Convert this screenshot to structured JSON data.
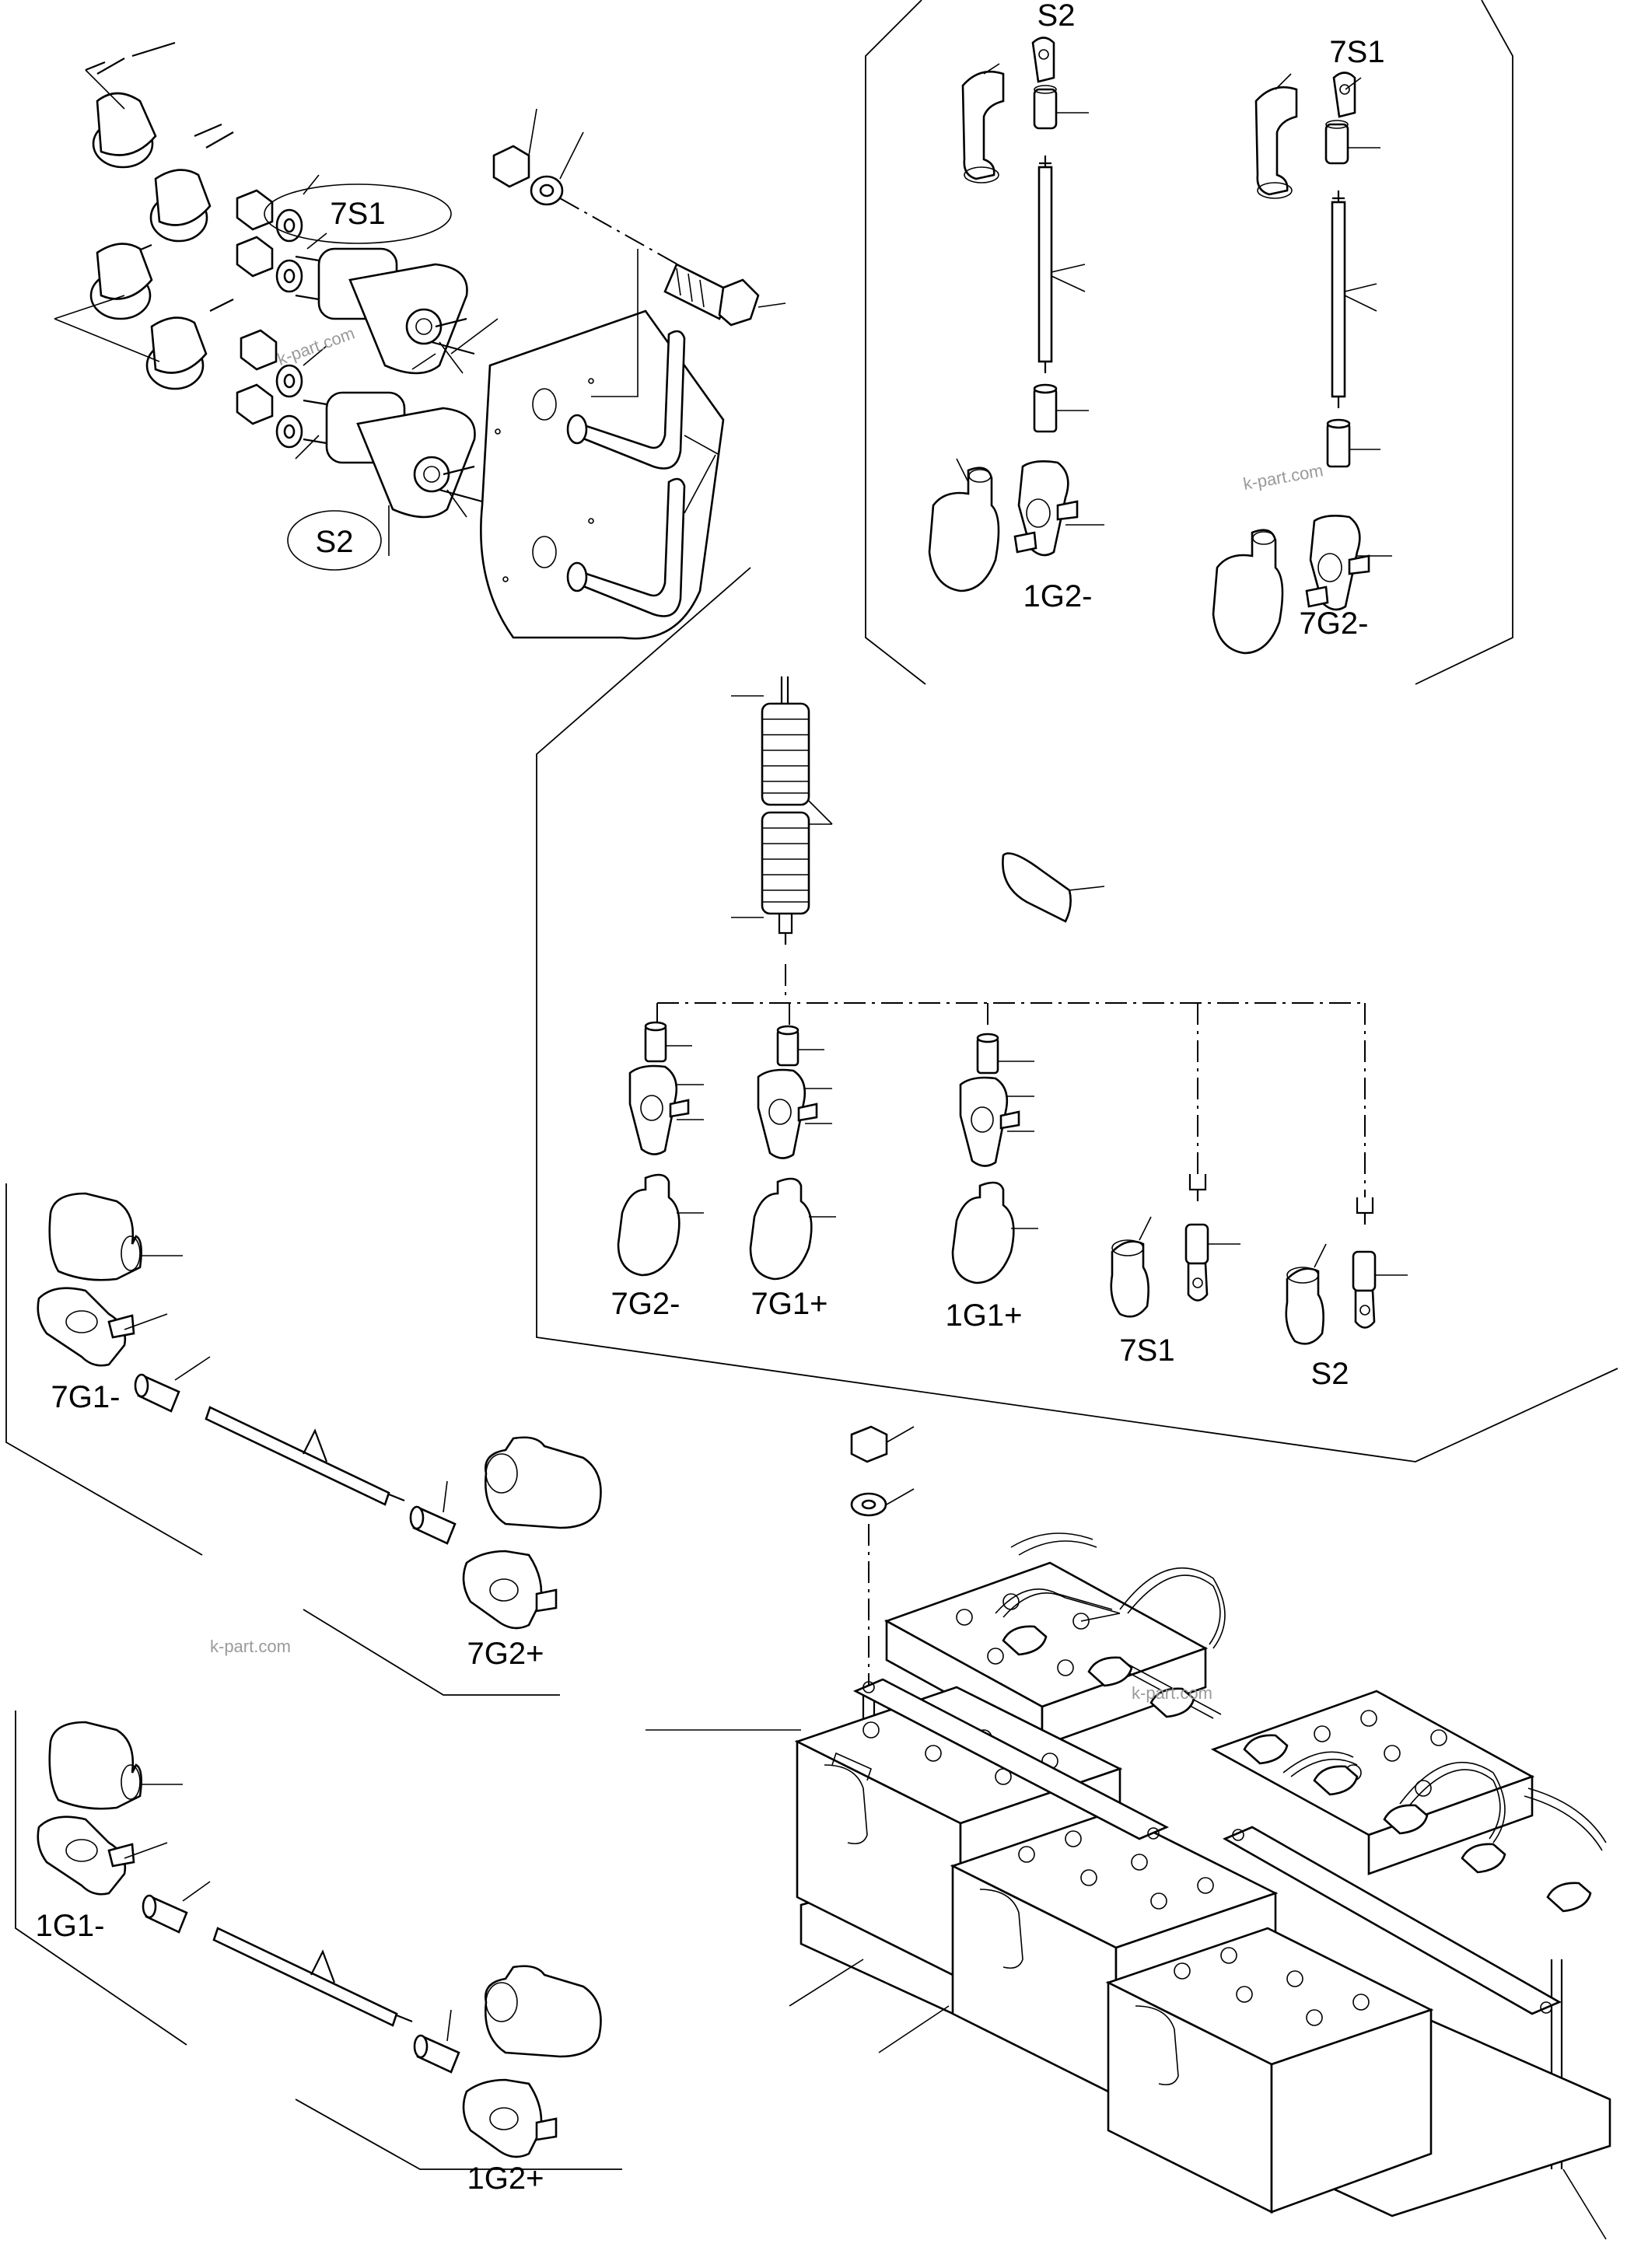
{
  "labels": {
    "7S1_top": "7S1",
    "S2_top": "S2",
    "S2_cable": "S2",
    "7S1_cable": "7S1",
    "1G2_minus": "1G2-",
    "7G2_minus_top": "7G2-",
    "7G2_minus": "7G2-",
    "7G1_plus": "7G1+",
    "1G1_plus": "1G1+",
    "7S1_bottom": "7S1",
    "S2_bottom": "S2",
    "7G1_minus": "7G1-",
    "7G2_plus": "7G2+",
    "1G1_minus": "1G1-",
    "1G2_plus": "1G2+"
  },
  "watermarks": [
    "k-part.com",
    "k-part.com",
    "k-part.com",
    "k-part.com"
  ]
}
